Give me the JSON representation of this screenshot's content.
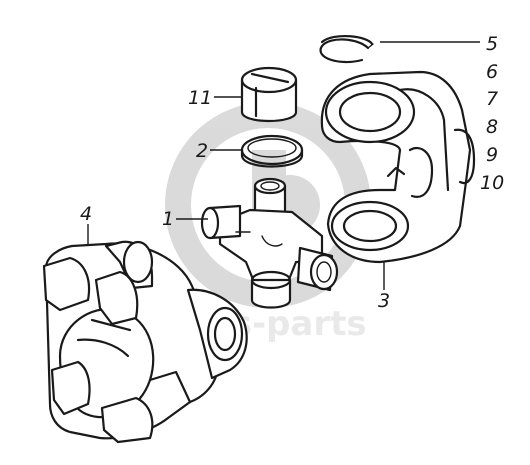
{
  "callouts": {
    "c1": "1",
    "c2": "2",
    "c3": "3",
    "c4": "4",
    "c5": "5",
    "c6": "6",
    "c7": "7",
    "c8": "8",
    "c9": "9",
    "c10": "10",
    "c11": "11"
  },
  "watermark": {
    "text": "Haas-parts"
  },
  "colors": {
    "line": "#1a1a1a",
    "watermark": "#c9c9c9",
    "background": "#ffffff"
  }
}
